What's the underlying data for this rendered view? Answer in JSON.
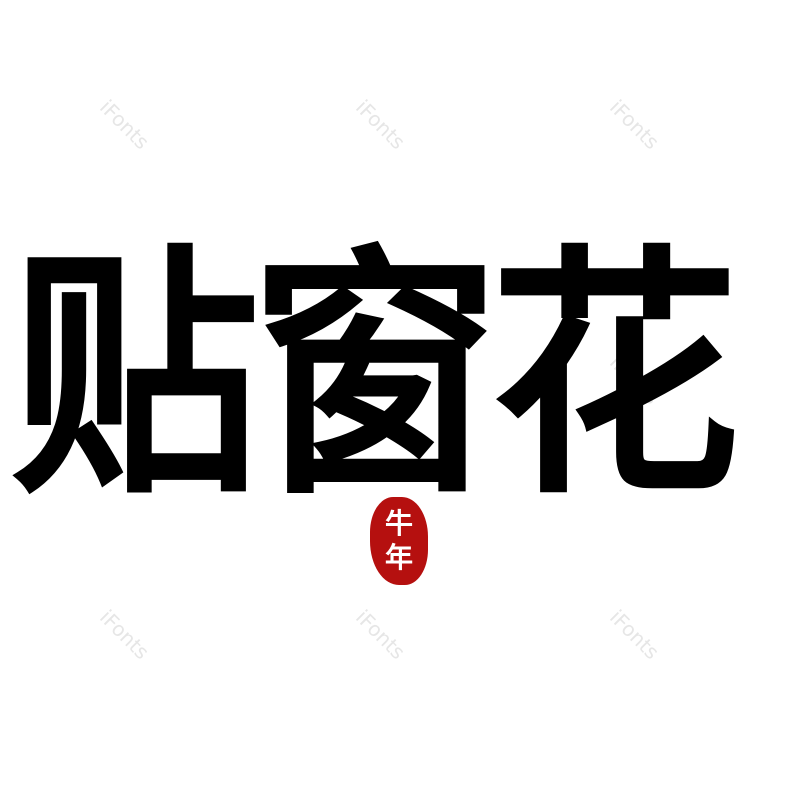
{
  "title": {
    "chars": [
      "贴",
      "窗",
      "花"
    ],
    "text": "贴窗花",
    "color": "#000000"
  },
  "seal": {
    "chars": [
      "牛",
      "年"
    ],
    "color": "#b5100f"
  },
  "watermarks": [
    "iFonts",
    "iFonts",
    "iFonts",
    "iFonts",
    "iFonts",
    "iFonts",
    "iFonts"
  ]
}
